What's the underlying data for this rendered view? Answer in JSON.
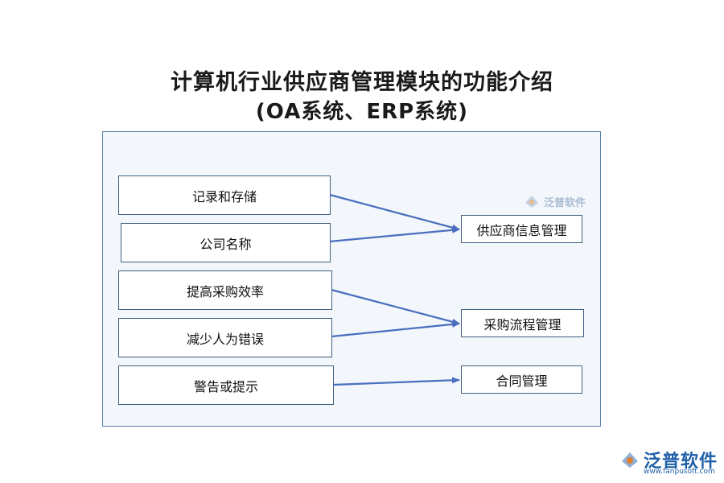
{
  "title": {
    "line1": "计算机行业供应商管理模块的功能介绍",
    "line2": "(OA系统、ERP系统)"
  },
  "left_boxes": [
    {
      "label": "记录和存储"
    },
    {
      "label": "公司名称"
    },
    {
      "label": "提高采购效率"
    },
    {
      "label": "减少人为错误"
    },
    {
      "label": "警告或提示"
    }
  ],
  "right_boxes": [
    {
      "label": "供应商信息管理"
    },
    {
      "label": "采购流程管理"
    },
    {
      "label": "合同管理"
    }
  ],
  "connections": [
    {
      "from": "记录和存储",
      "to": "供应商信息管理"
    },
    {
      "from": "公司名称",
      "to": "供应商信息管理"
    },
    {
      "from": "提高采购效率",
      "to": "采购流程管理"
    },
    {
      "from": "减少人为错误",
      "to": "采购流程管理"
    },
    {
      "from": "警告或提示",
      "to": "合同管理"
    }
  ],
  "watermark": {
    "panel_text": "泛普软件",
    "brand_text": "泛普软件",
    "brand_url": "www.fanpusoft.com",
    "icon": "fanpu-logo-icon"
  },
  "colors": {
    "arrow": "#4a6fbf",
    "box_border": "#3f5f80",
    "panel_bg": "#f3f7fb",
    "brand": "#1e5fa8"
  }
}
